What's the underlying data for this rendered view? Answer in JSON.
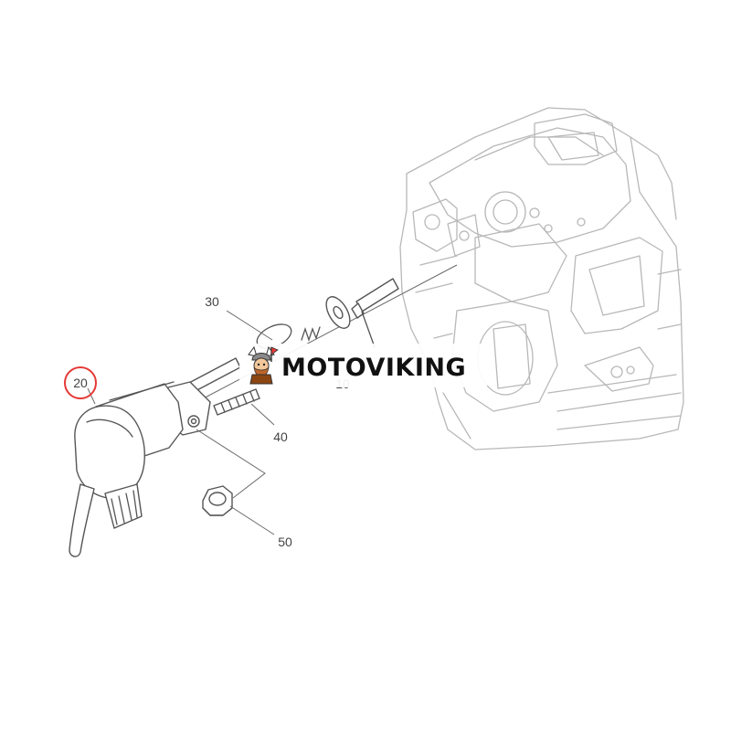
{
  "diagram": {
    "callouts": [
      {
        "id": "20",
        "label": "20",
        "highlighted": true
      },
      {
        "id": "30",
        "label": "30",
        "highlighted": false
      },
      {
        "id": "10",
        "label": "10",
        "highlighted": false
      },
      {
        "id": "40",
        "label": "40",
        "highlighted": false
      },
      {
        "id": "50",
        "label": "50",
        "highlighted": false
      }
    ],
    "highlight_color": "#e53935"
  },
  "watermark": {
    "text": "MOTOVIKING"
  }
}
